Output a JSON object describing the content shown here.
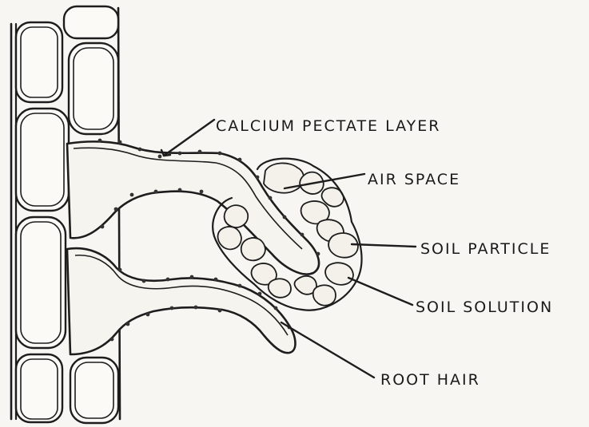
{
  "diagram": {
    "labels": {
      "calcium_pectate_layer": "CALCIUM PECTATE LAYER",
      "air_space": "AIR SPACE",
      "soil_particle": "SOIL PARTICLE",
      "soil_solution": "SOIL SOLUTION",
      "root_hair": "ROOT HAIR"
    },
    "colors": {
      "ink": "#1d1d1d",
      "paper": "#f7f6f2"
    }
  }
}
